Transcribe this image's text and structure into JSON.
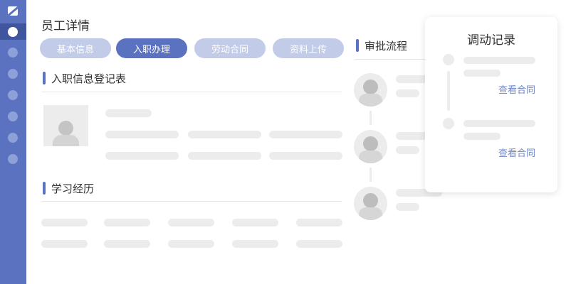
{
  "sidebar": {
    "logo": "app-logo",
    "items": 7,
    "active_index": 0
  },
  "header": {
    "title": "员工详情"
  },
  "tabs": [
    {
      "label": "基本信息"
    },
    {
      "label": "入职办理",
      "active": true
    },
    {
      "label": "劳动合同"
    },
    {
      "label": "资料上传"
    }
  ],
  "sections": {
    "registration": "入职信息登记表",
    "education": "学习经历",
    "approval": "审批流程"
  },
  "transfer_card": {
    "title": "调动记录",
    "records": [
      {
        "link": "查看合同"
      },
      {
        "link": "查看合同"
      }
    ]
  },
  "colors": {
    "accent": "#5a72c0",
    "sidebar_active": "#3f559e",
    "tab_inactive": "#c2cbe8",
    "link": "#6f86c8"
  }
}
